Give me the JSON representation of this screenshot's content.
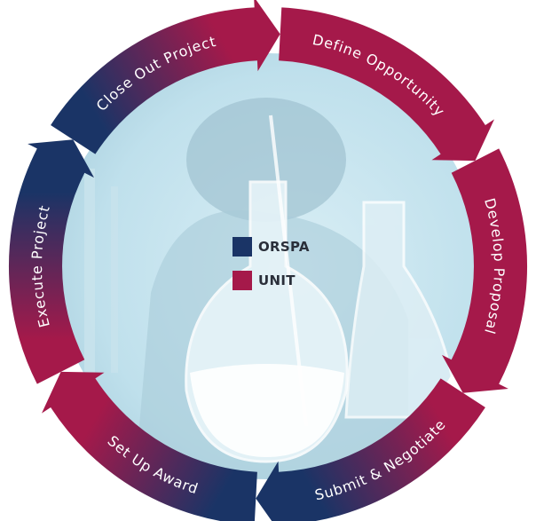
{
  "colors": {
    "orspa": "#1a3466",
    "unit": "#a5194a",
    "background_glass": "#bfe0ec",
    "arrow_text": "#ffffff"
  },
  "legend": [
    {
      "label": "ORSPA",
      "color": "#1a3466"
    },
    {
      "label": "UNIT",
      "color": "#a5194a"
    }
  ],
  "steps": [
    {
      "label": "Define Opportunity",
      "fill_start": "#a5194a",
      "fill_end": "#a5194a",
      "text_flipped": false
    },
    {
      "label": "Develop Proposal",
      "fill_start": "#a5194a",
      "fill_end": "#a5194a",
      "text_flipped": false
    },
    {
      "label": "Submit & Negotiate",
      "fill_start": "#a5194a",
      "fill_end": "#1a3466",
      "text_flipped": true
    },
    {
      "label": "Set Up Award",
      "fill_start": "#1a3466",
      "fill_end": "#a5194a",
      "text_flipped": true
    },
    {
      "label": "Execute Project",
      "fill_start": "#a5194a",
      "fill_end": "#1a3466",
      "text_flipped": false
    },
    {
      "label": "Close Out Project",
      "fill_start": "#1a3466",
      "fill_end": "#a5194a",
      "text_flipped": false
    }
  ],
  "center_image": "lab-flasks-photo"
}
